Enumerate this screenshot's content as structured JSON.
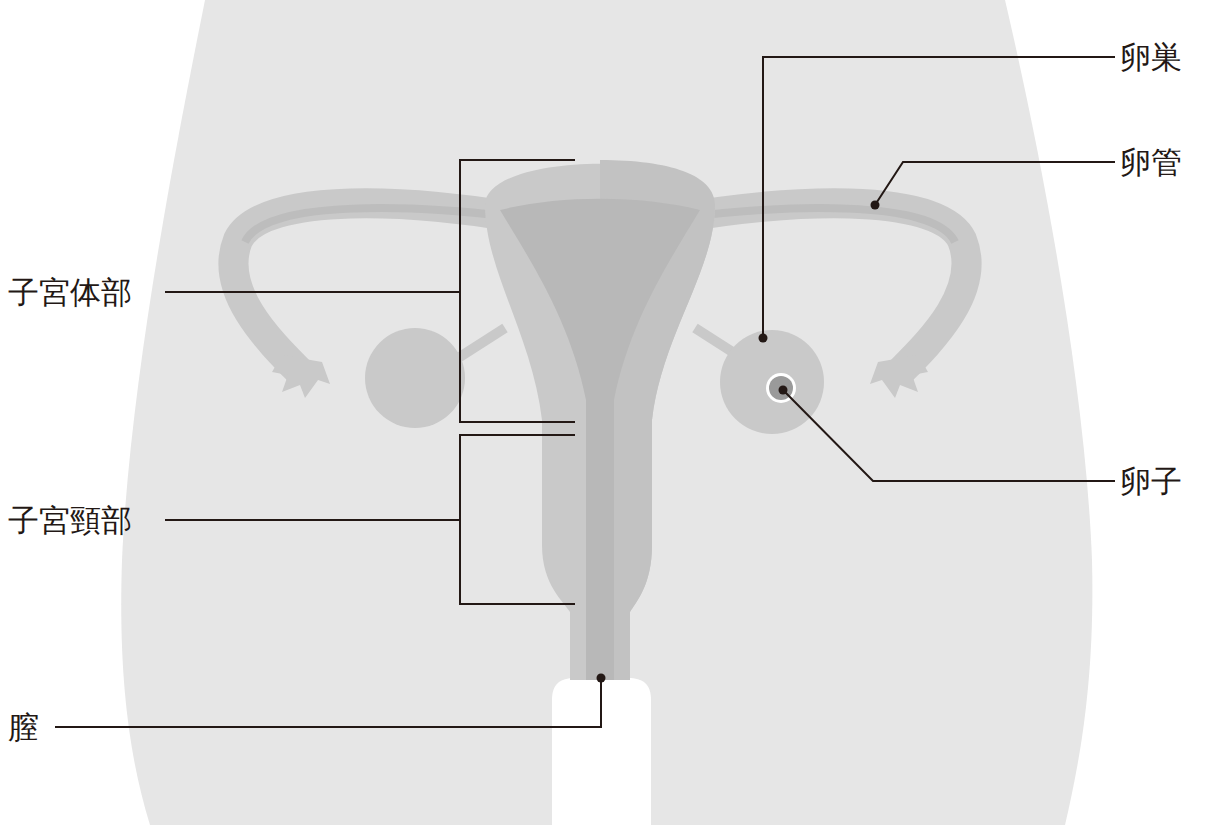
{
  "diagram": {
    "labels": [
      "卵巣",
      "卵管",
      "子宮体部",
      "卵子",
      "子宮頸部",
      "膣"
    ]
  }
}
